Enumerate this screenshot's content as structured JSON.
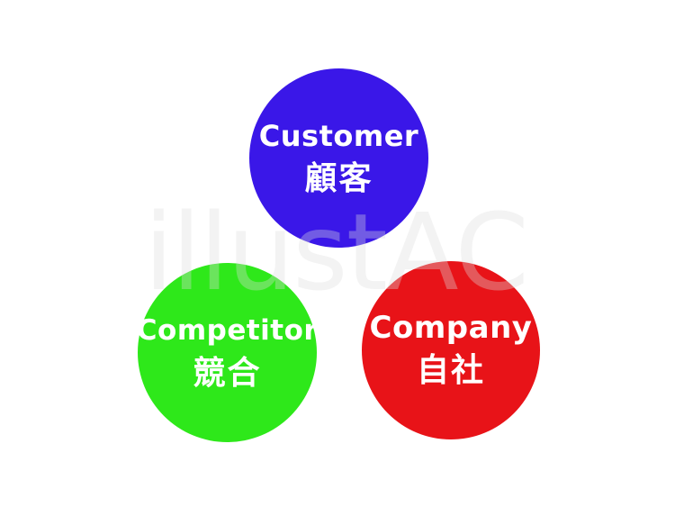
{
  "watermark": "illustAC",
  "colors": {
    "customer": "#3a17e8",
    "competitor": "#2ee81a",
    "company": "#e81318",
    "text": "#ffffff"
  },
  "nodes": [
    {
      "en": "Customer",
      "jp": "顧客"
    },
    {
      "en": "Competitor",
      "jp": "競合"
    },
    {
      "en": "Company",
      "jp": "自社"
    }
  ]
}
